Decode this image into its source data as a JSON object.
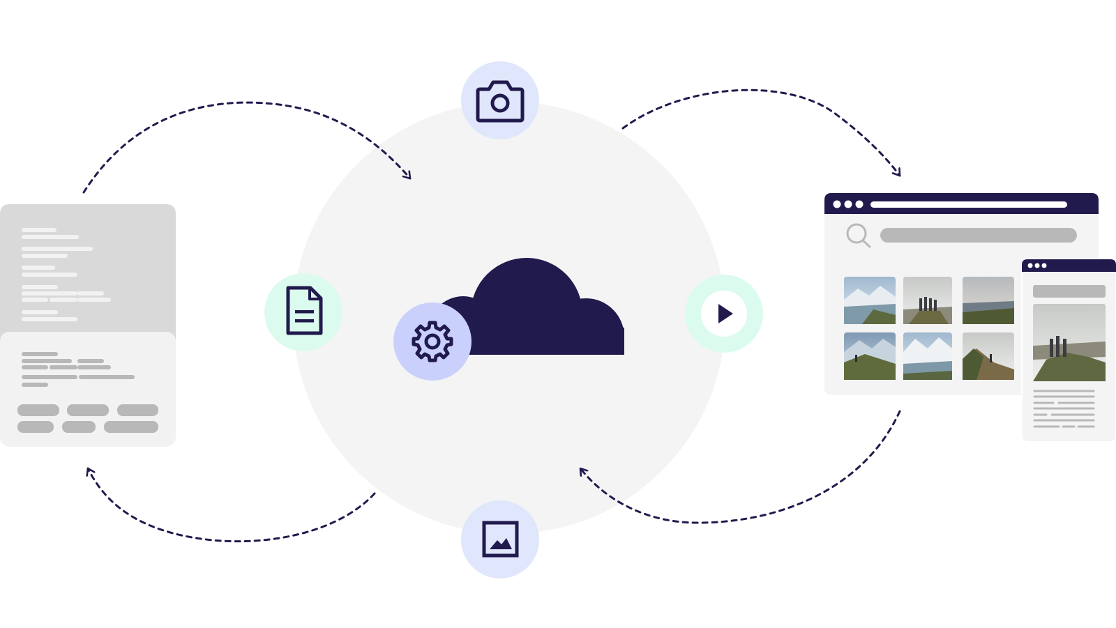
{
  "colors": {
    "navy": "#211a4d",
    "center_circle": "#f4f4f4",
    "lavender_badge": "#e0e6fb",
    "gear_badge": "#c9d0fb",
    "mint_badge": "#dcfbef",
    "doc_gray": "#d9d9d9",
    "doc_light": "#f2f2f2",
    "bar_gray": "#b8b8b8",
    "bar_white": "#f2f2f2"
  },
  "icons": {
    "camera": "camera-icon",
    "document": "document-icon",
    "gear": "gear-icon",
    "cloud": "cloud-icon",
    "play": "play-icon",
    "image": "image-icon",
    "search": "search-icon"
  },
  "website": {
    "gallery_photos": [
      {
        "name": "mountain-lake-photo"
      },
      {
        "name": "celebrating-hikers-photo"
      },
      {
        "name": "coastal-cliff-photo"
      },
      {
        "name": "valley-hiker-photo"
      },
      {
        "name": "glacier-lake-photo"
      },
      {
        "name": "summit-climber-photo"
      }
    ],
    "mobile_hero_photo": "celebrating-hikers-photo"
  }
}
